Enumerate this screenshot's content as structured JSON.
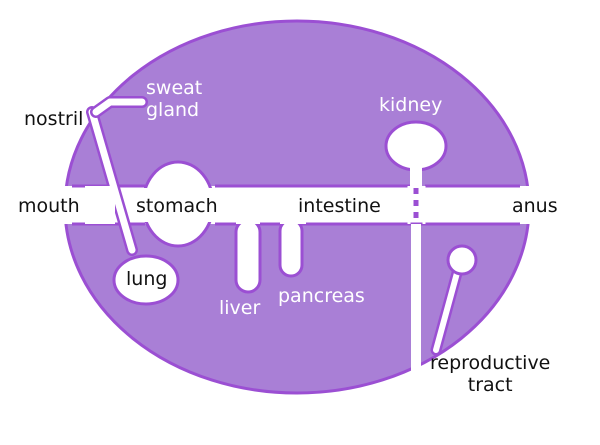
{
  "colors": {
    "body_fill": "#a97fd6",
    "outline": "#9b4fd3",
    "background": "#ffffff",
    "dark_text": "#111111",
    "light_text": "#ffffff"
  },
  "labels": {
    "nostril": "nostril",
    "sweat_gland": "sweat\ngland",
    "kidney": "kidney",
    "mouth": "mouth",
    "stomach": "stomach",
    "intestine": "intestine",
    "anus": "anus",
    "lung": "lung",
    "liver": "liver",
    "pancreas": "pancreas",
    "reproductive_tract": "reproductive\ntract"
  }
}
